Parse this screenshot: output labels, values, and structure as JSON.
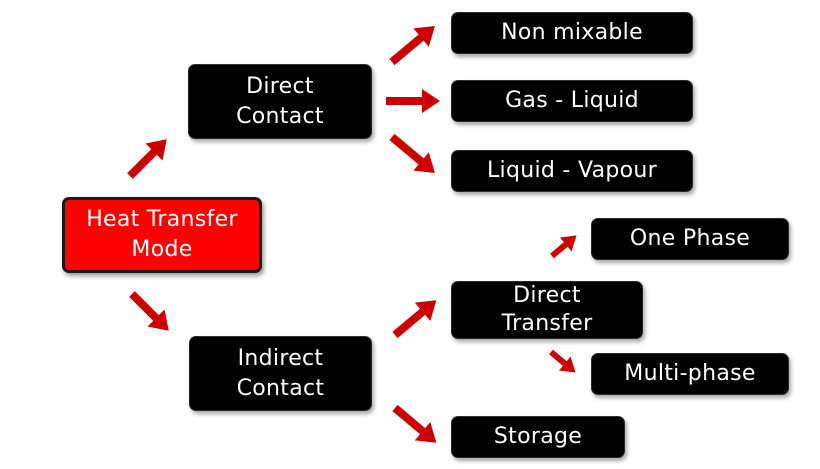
{
  "diagram": {
    "nodes": {
      "root": "Heat Transfer\nMode",
      "direct_contact": "Direct\nContact",
      "indirect_contact": "Indirect\nContact",
      "non_mixable": "Non mixable",
      "gas_liquid": "Gas - Liquid",
      "liquid_vapour": "Liquid - Vapour",
      "direct_transfer": "Direct\nTransfer",
      "storage": "Storage",
      "one_phase": "One Phase",
      "multi_phase": "Multi-phase"
    },
    "colors": {
      "root_fill": "#ff0000",
      "node_fill": "#000000",
      "arrow": "#cc0000",
      "text": "#ffffff"
    }
  }
}
